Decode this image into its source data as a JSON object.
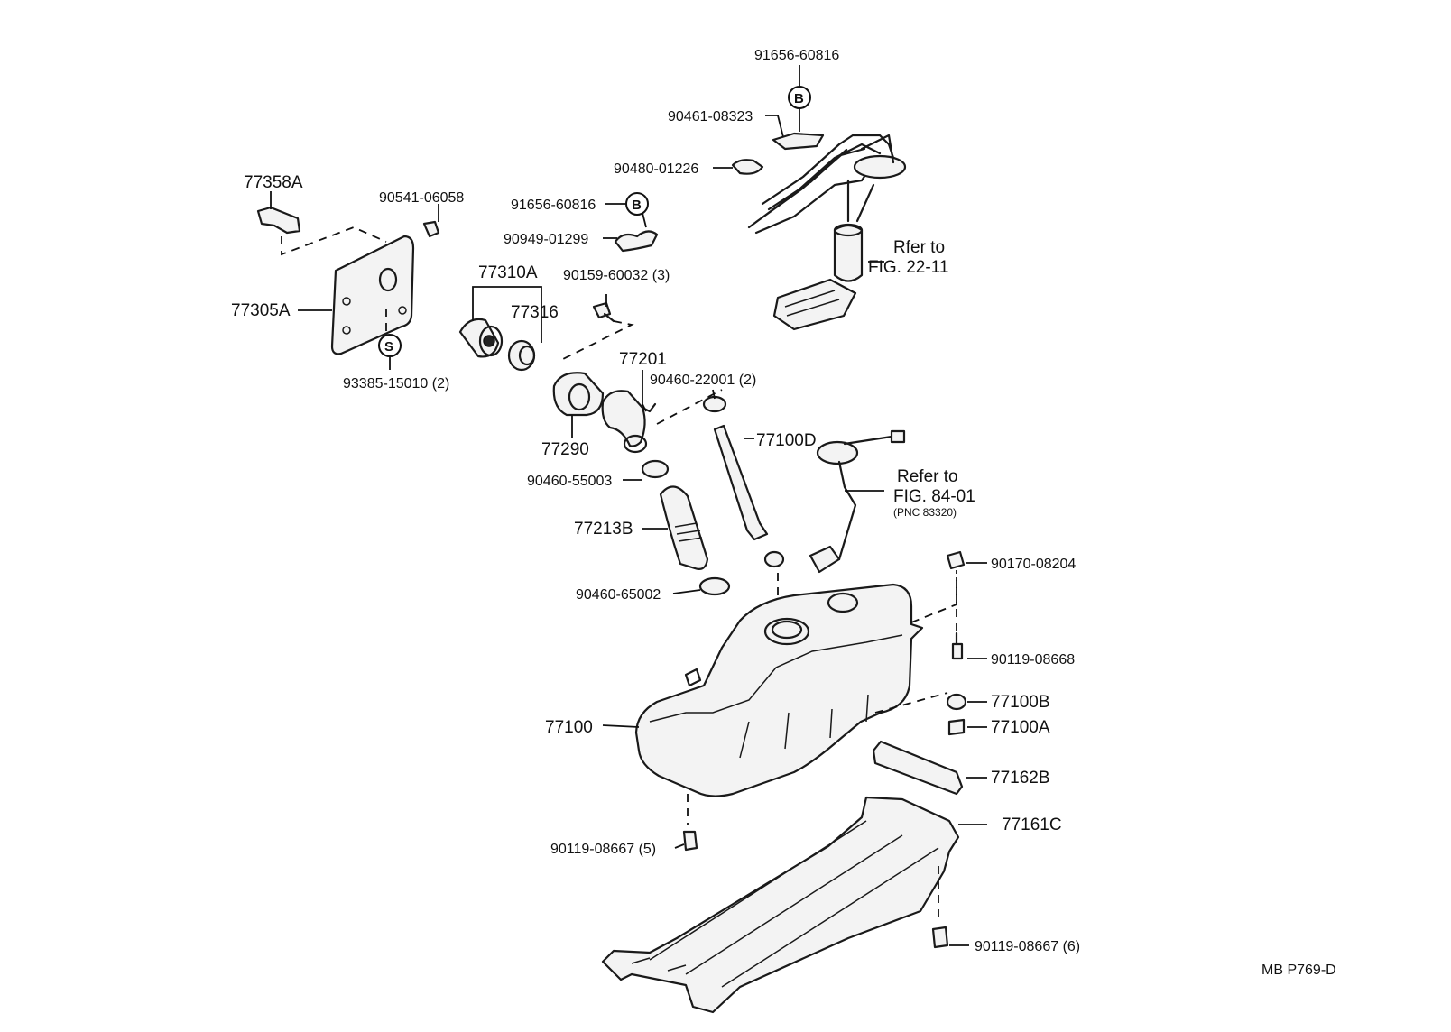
{
  "diagram_code": "MB P769-D",
  "parts": {
    "p_91656_60816_top": "91656-60816",
    "p_90461_08323": "90461-08323",
    "p_90480_01226": "90480-01226",
    "p_91656_60816_mid": "91656-60816",
    "p_90949_01299": "90949-01299",
    "p_77358A": "77358A",
    "p_90541_06058": "90541-06058",
    "p_77305A": "77305A",
    "p_93385_15010": "93385-15010 (2)",
    "p_77310A": "77310A",
    "p_77316": "77316",
    "p_90159_60032": "90159-60032 (3)",
    "p_77201": "77201",
    "p_90460_22001": "90460-22001 (2)",
    "p_77290": "77290",
    "p_77100D": "77100D",
    "p_90460_55003": "90460-55003",
    "p_77213B": "77213B",
    "p_90460_65002": "90460-65002",
    "p_90170_08204": "90170-08204",
    "p_90119_08668": "90119-08668",
    "p_77100B": "77100B",
    "p_77100A": "77100A",
    "p_77100": "77100",
    "p_77162B": "77162B",
    "p_77161C": "77161C",
    "p_90119_08667_5": "90119-08667 (5)",
    "p_90119_08667_6": "90119-08667 (6)"
  },
  "refs": {
    "fuel_pump_ref_line1": "Rfer to",
    "fuel_pump_ref_line2": "FIG. 22-11",
    "gauge_ref_line1": "Refer to",
    "gauge_ref_line2": "FIG. 84-01",
    "gauge_ref_line3": "(PNC 83320)"
  },
  "markers": {
    "b_top": "B",
    "b_mid": "B",
    "s_marker": "S"
  }
}
